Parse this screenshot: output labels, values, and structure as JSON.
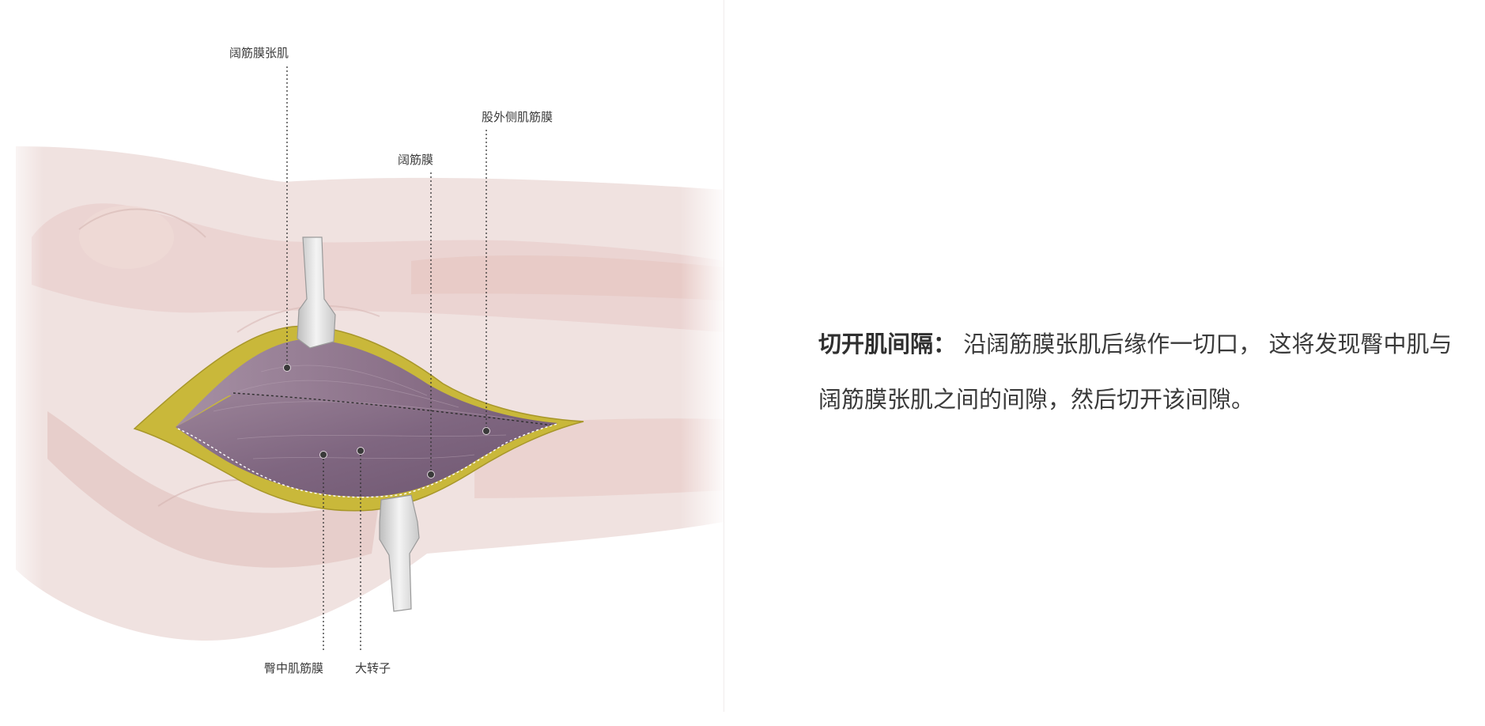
{
  "illustration": {
    "labels": {
      "tensor_fasciae_latae": "阔筋膜张肌",
      "vastus_lateralis_fascia": "股外侧肌筋膜",
      "fascia_lata": "阔筋膜",
      "gluteus_medius_fascia": "臀中肌筋膜",
      "greater_trochanter": "大转子"
    },
    "colors": {
      "skin": "#f0e2e0",
      "muscle": "#8a7088",
      "fat_layer": "#c9b83a",
      "retractor": "#dcdcdc"
    }
  },
  "caption": {
    "heading": "切开肌间隔：",
    "body": " 沿阔筋膜张肌后缘作一切口， 这将发现臀中肌与阔筋膜张肌之间的间隙，然后切开该间隙。"
  }
}
